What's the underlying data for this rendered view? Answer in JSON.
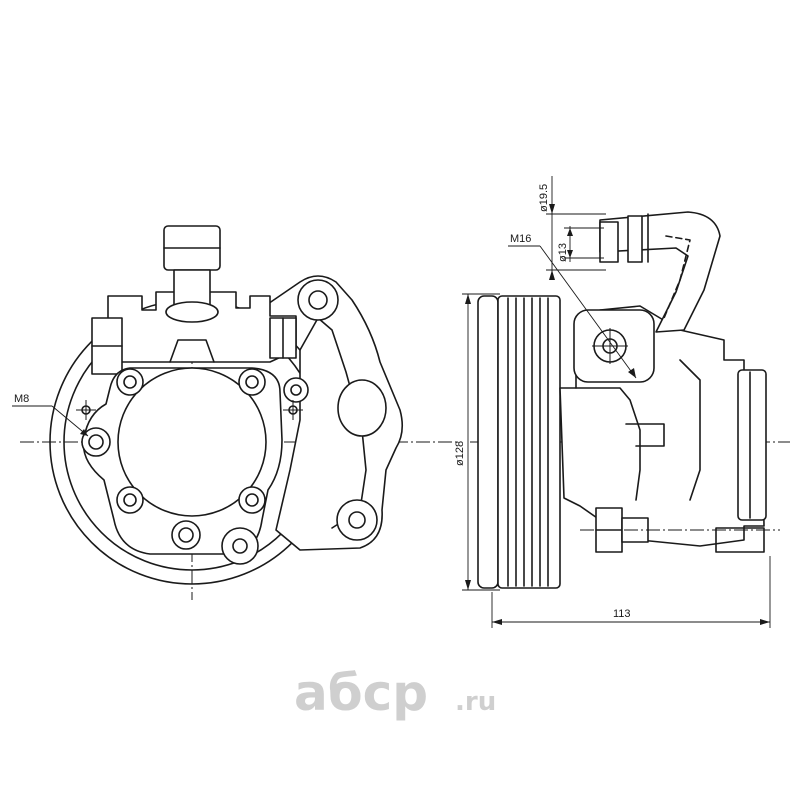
{
  "front_view": {
    "thread_label": "M8"
  },
  "side_view": {
    "outlet_diameter": "ø19.5",
    "inlet_diameter": "ø13",
    "outlet_thread": "M16",
    "pulley_diameter": "ø128",
    "overall_length": "113"
  },
  "watermark": {
    "brand": "aбcp",
    "domain": ".ru"
  }
}
